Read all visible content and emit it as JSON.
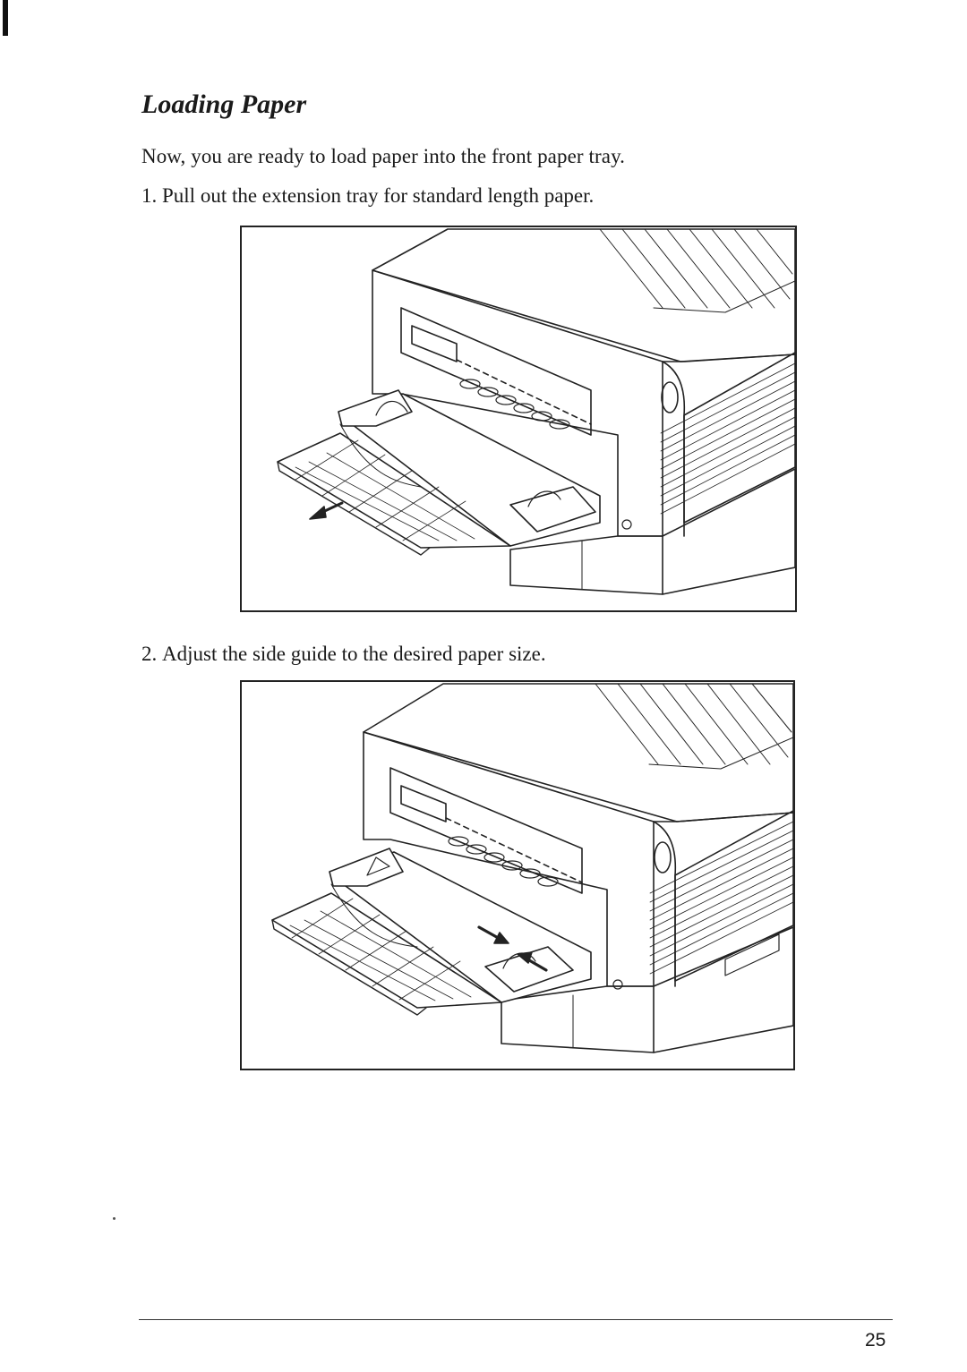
{
  "heading": "Loading Paper",
  "intro": "Now, you are ready to load paper into the front paper tray.",
  "steps": [
    {
      "number": "1.",
      "text": "Pull out the extension tray for standard length paper."
    },
    {
      "number": "2.",
      "text": "Adjust the side guide to the desired paper size."
    }
  ],
  "illustration_icons": [
    "printer-tray-extension-illustration",
    "printer-side-guide-illustration"
  ],
  "page_number": "25"
}
